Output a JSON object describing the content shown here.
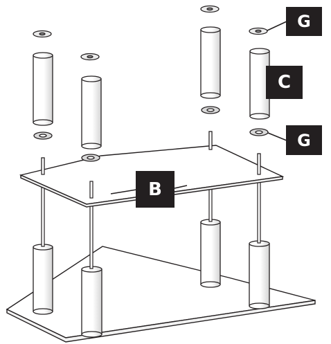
{
  "labels": {
    "g_top": "G",
    "c": "C",
    "g_bottom": "G",
    "b": "B"
  },
  "colors": {
    "line": "#231f20",
    "label_bg": "#231f20",
    "label_text": "#ffffff",
    "washer_fill": "#d9d9d9",
    "tube_shade": "#e6e6e6"
  }
}
